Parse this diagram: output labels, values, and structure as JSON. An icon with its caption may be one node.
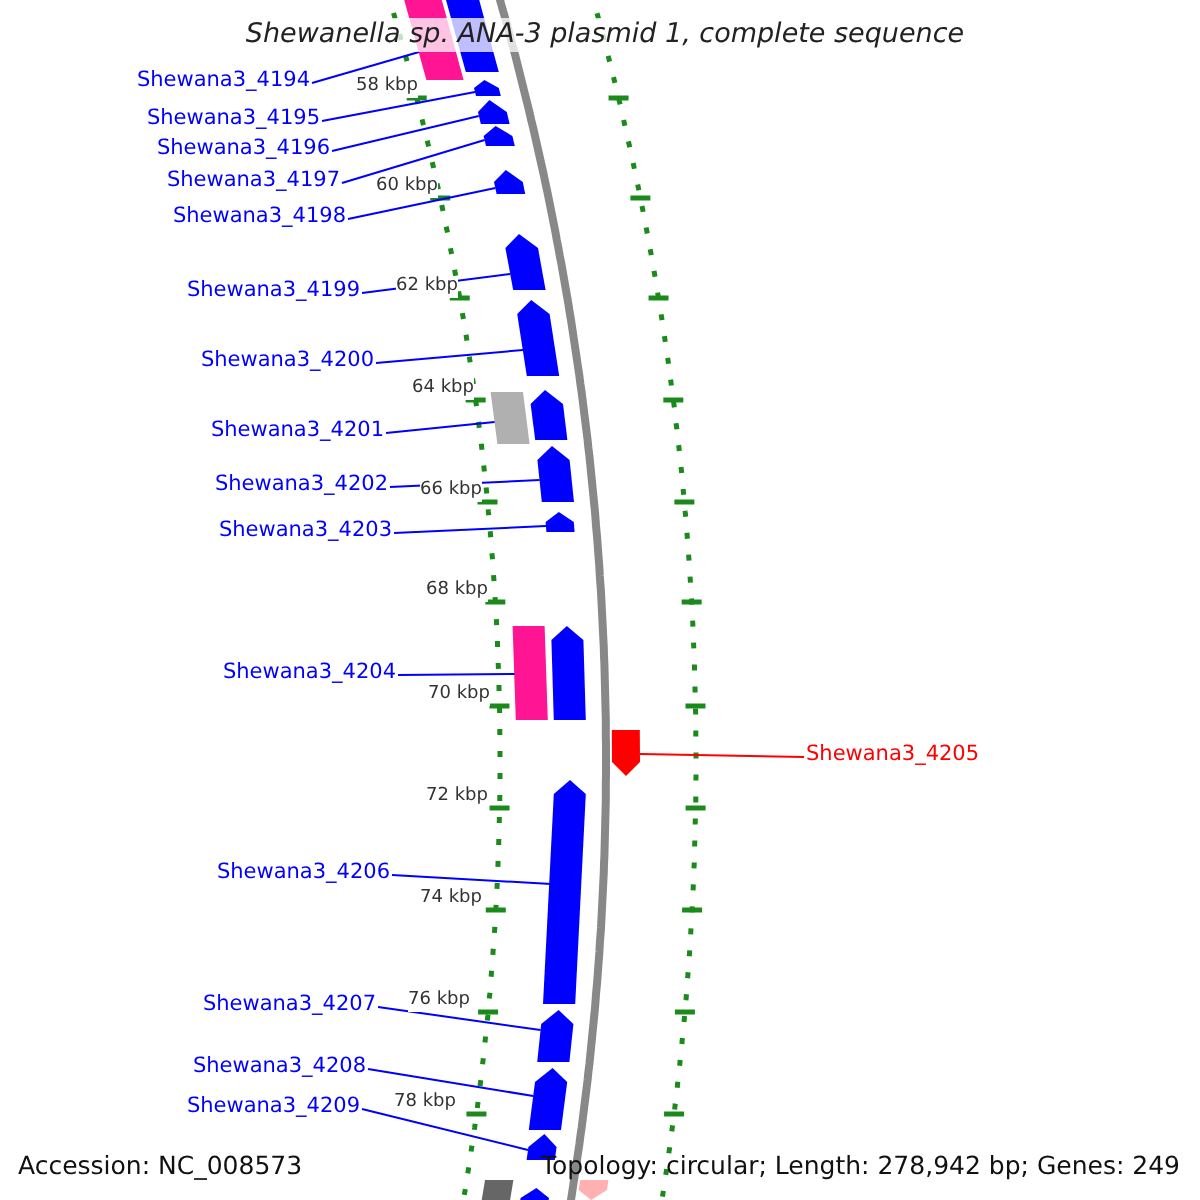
{
  "diagram": {
    "title": "Shewanella sp. ANA-3 plasmid 1, complete sequence",
    "nodes": [
      {
        "text": [
          "Shewana3_4194"
        ]
      },
      {
        "text": [
          "Shewana3_4195"
        ]
      },
      {
        "text": [
          "Shewana3_4196"
        ]
      },
      {
        "text": [
          "Shewana3_4197"
        ]
      },
      {
        "text": [
          "Shewana3_4198"
        ]
      },
      {
        "text": [
          "Shewana3_4199"
        ]
      },
      {
        "text": [
          "Shewana3_4200"
        ]
      },
      {
        "text": [
          "Shewana3_4201"
        ]
      },
      {
        "text": [
          "Shewana3_4202"
        ]
      },
      {
        "text": [
          "Shewana3_4203"
        ]
      },
      {
        "text": [
          "Shewana3_4204"
        ]
      },
      {
        "text": [
          "Shewana3_4205"
        ]
      },
      {
        "text": [
          "Shewana3_4206"
        ]
      },
      {
        "text": [
          "Shewana3_4207"
        ]
      },
      {
        "text": [
          "Shewana3_4208"
        ]
      },
      {
        "text": [
          "Shewana3_4209"
        ]
      },
      {
        "text": [],
        "shape": "box"
      },
      {
        "text": [],
        "shape": "box"
      },
      {
        "text": [],
        "shape": "arrow"
      },
      {
        "text": [],
        "shape": "arrow"
      },
      {
        "text": [],
        "shape": "arrow"
      },
      {
        "text": [],
        "shape": "arrow"
      },
      {
        "text": [],
        "shape": "arrow"
      },
      {
        "text": [],
        "shape": "arrow"
      },
      {
        "text": [],
        "shape": "box"
      },
      {
        "text": [],
        "shape": "arrow"
      },
      {
        "text": [],
        "shape": "arrow"
      },
      {
        "text": [],
        "shape": "arrow"
      },
      {
        "text": [],
        "shape": "box"
      },
      {
        "text": [],
        "shape": "arrow"
      },
      {
        "text": [],
        "shape": "arrow"
      },
      {
        "text": [],
        "shape": "arrow"
      },
      {
        "text": [],
        "shape": "arrow"
      },
      {
        "text": [],
        "shape": "arrow"
      },
      {
        "text": [],
        "shape": "arrow"
      },
      {
        "text": [],
        "shape": "box"
      },
      {
        "text": [],
        "shape": "arrow"
      },
      {
        "text": [],
        "shape": "arrow"
      }
    ],
    "edges": [
      {
        "from": 0,
        "to": 16,
        "arrow": "none"
      },
      {
        "from": 1,
        "to": 18,
        "arrow": "none"
      },
      {
        "from": 2,
        "to": 19,
        "arrow": "none"
      },
      {
        "from": 3,
        "to": 20,
        "arrow": "none"
      },
      {
        "from": 4,
        "to": 21,
        "arrow": "none"
      },
      {
        "from": 5,
        "to": 22,
        "arrow": "none"
      },
      {
        "from": 6,
        "to": 23,
        "arrow": "none"
      },
      {
        "from": 7,
        "to": 24,
        "arrow": "none"
      },
      {
        "from": 8,
        "to": 26,
        "arrow": "none"
      },
      {
        "from": 9,
        "to": 27,
        "arrow": "none"
      },
      {
        "from": 10,
        "to": 28,
        "arrow": "none"
      },
      {
        "from": 11,
        "to": 30,
        "arrow": "none",
        "color": "#ff0000"
      },
      {
        "from": 12,
        "to": 31,
        "arrow": "none"
      },
      {
        "from": 13,
        "to": 32,
        "arrow": "none"
      },
      {
        "from": 14,
        "to": 33,
        "arrow": "none"
      },
      {
        "from": 15,
        "to": 34,
        "arrow": "none"
      }
    ],
    "labels": [
      "58 kbp",
      "60 kbp",
      "62 kbp",
      "64 kbp",
      "66 kbp",
      "68 kbp",
      "70 kbp",
      "72 kbp",
      "74 kbp",
      "76 kbp",
      "78 kbp",
      "Accession: NC_008573",
      "Topology: circular; Length: 278,942 bp; Genes: 249"
    ]
  }
}
